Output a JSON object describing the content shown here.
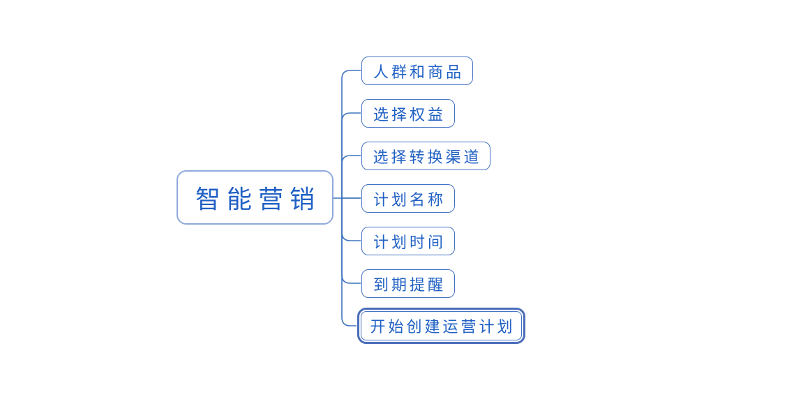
{
  "mindmap": {
    "root": {
      "label": "智能营销"
    },
    "branches": [
      {
        "label": "人群和商品",
        "selected": false
      },
      {
        "label": "选择权益",
        "selected": false
      },
      {
        "label": "选择转换渠道",
        "selected": false
      },
      {
        "label": "计划名称",
        "selected": false
      },
      {
        "label": "计划时间",
        "selected": false
      },
      {
        "label": "到期提醒",
        "selected": false
      },
      {
        "label": "开始创建运营计划",
        "selected": true
      }
    ],
    "colors": {
      "background": "#ffffff",
      "text": "#2161c4",
      "root_border": "#8faadc",
      "node_border": "#4472c4",
      "connector": "#3f74bf",
      "selection_ring": "#4a6cba"
    }
  }
}
